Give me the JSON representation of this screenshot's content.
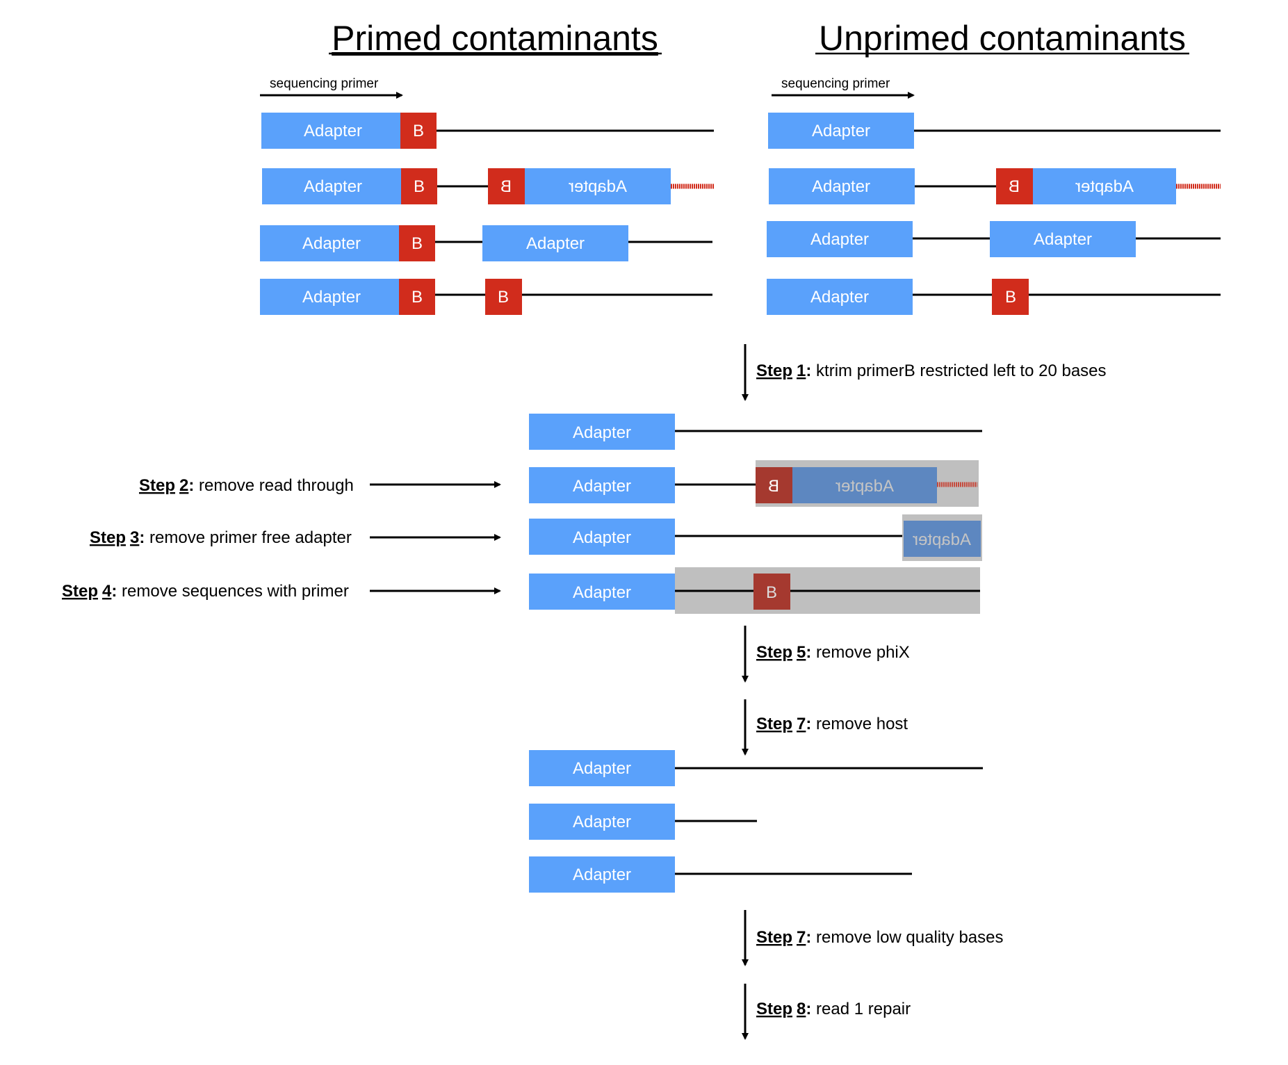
{
  "headings": {
    "primed": "Primed contaminants",
    "unprimed": "Unprimed contaminants"
  },
  "primer_label": "sequencing primer",
  "adapter_label": "Adapter",
  "primer_b_label": "B",
  "steps": [
    {
      "id": "step1",
      "word": "Step",
      "num": "1",
      "colon": ":",
      "text": " ktrim primerB restricted left to 20 bases"
    },
    {
      "id": "step2",
      "word": "Step",
      "num": "2",
      "colon": ":",
      "text": " remove read through"
    },
    {
      "id": "step3",
      "word": "Step",
      "num": "3",
      "colon": ":",
      "text": " remove primer free adapter"
    },
    {
      "id": "step4",
      "word": "Step",
      "num": "4",
      "colon": ":",
      "text": " remove sequences with primer"
    },
    {
      "id": "step5",
      "word": "Step",
      "num": "5",
      "colon": ":",
      "text": " remove phiX"
    },
    {
      "id": "step7a",
      "word": "Step",
      "num": "7",
      "colon": ":",
      "text": " remove host"
    },
    {
      "id": "step7b",
      "word": "Step",
      "num": "7",
      "colon": ":",
      "text": " remove low quality bases"
    },
    {
      "id": "step8",
      "word": "Step",
      "num": "8",
      "colon": ":",
      "text": " read 1 repair"
    }
  ],
  "colors": {
    "adapter": "#5aa1fb",
    "primer_b": "#d12c1c",
    "removed_overlay": "#bfbfbf",
    "line": "#000000"
  }
}
